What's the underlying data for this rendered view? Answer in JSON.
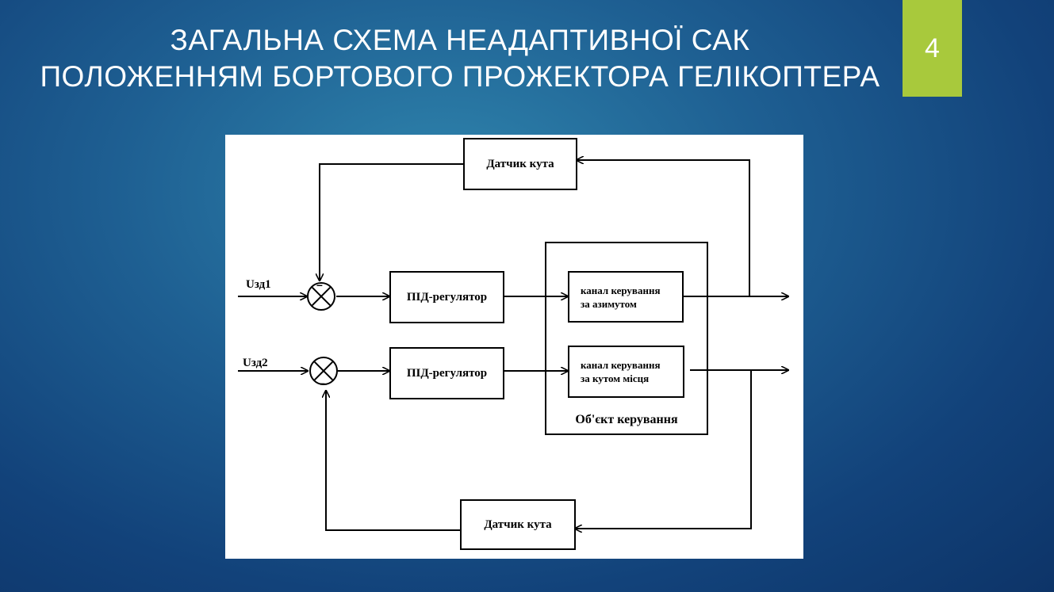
{
  "slide": {
    "title_line1": "ЗАГАЛЬНА СХЕМА НЕАДАПТИВНОЇ САК",
    "title_line2": "ПОЛОЖЕННЯМ БОРТОВОГО ПРОЖЕКТОРА ГЕЛІКОПТЕРА",
    "number": "4",
    "accent_color": "#a8c93c"
  },
  "diagram": {
    "top_sensor": "Датчик кута",
    "bottom_sensor": "Датчик кута",
    "input1": "Uзд1",
    "input2": "Uзд2",
    "pid1": "ПІД-регулятор",
    "pid2": "ПІД-регулятор",
    "channel1_line1": "канал керування",
    "channel1_line2": "за азимутом",
    "channel2_line1": "канал керування",
    "channel2_line2": "за кутом місця",
    "object_label": "Об'єкт керування",
    "minus_sign": "–"
  }
}
